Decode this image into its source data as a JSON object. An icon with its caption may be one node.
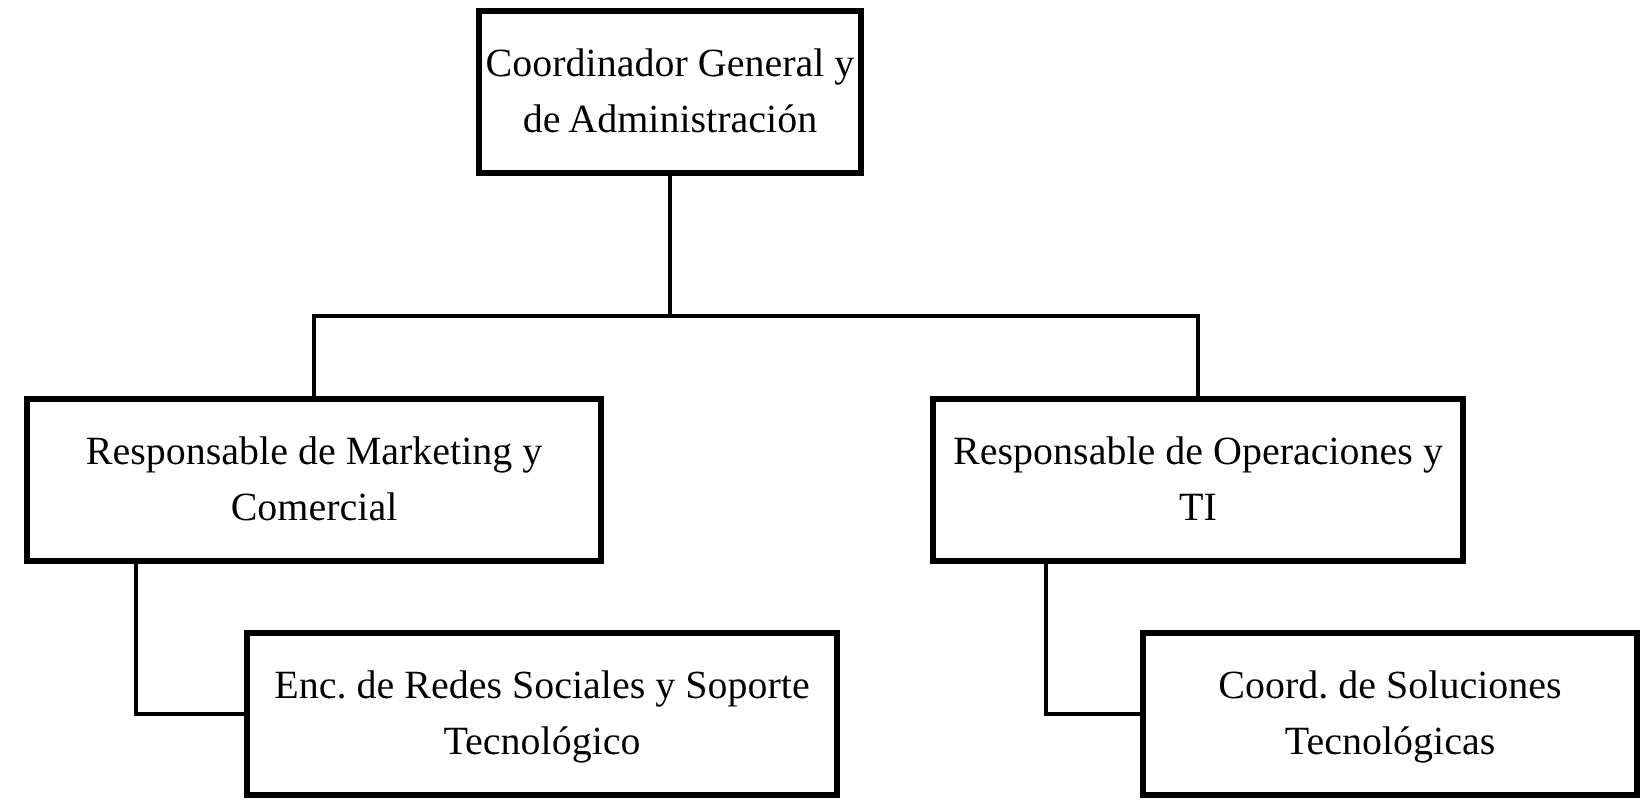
{
  "diagram": {
    "nodes": [
      {
        "text": [
          "Coordinador General y de Administración"
        ]
      },
      {
        "text": [
          "Responsable de Marketing y Comercial"
        ]
      },
      {
        "text": [
          "Responsable de Operaciones y TI"
        ]
      },
      {
        "text": [
          "Enc. de Redes Sociales y Soporte Tecnológico"
        ]
      },
      {
        "text": [
          "Coord. de Soluciones Tecnológicas"
        ]
      }
    ],
    "edges": [
      {
        "from": 0,
        "to": 1,
        "arrow": "none"
      },
      {
        "from": 0,
        "to": 2,
        "arrow": "none"
      },
      {
        "from": 1,
        "to": 3,
        "arrow": "none"
      },
      {
        "from": 2,
        "to": 4,
        "arrow": "none"
      }
    ]
  }
}
